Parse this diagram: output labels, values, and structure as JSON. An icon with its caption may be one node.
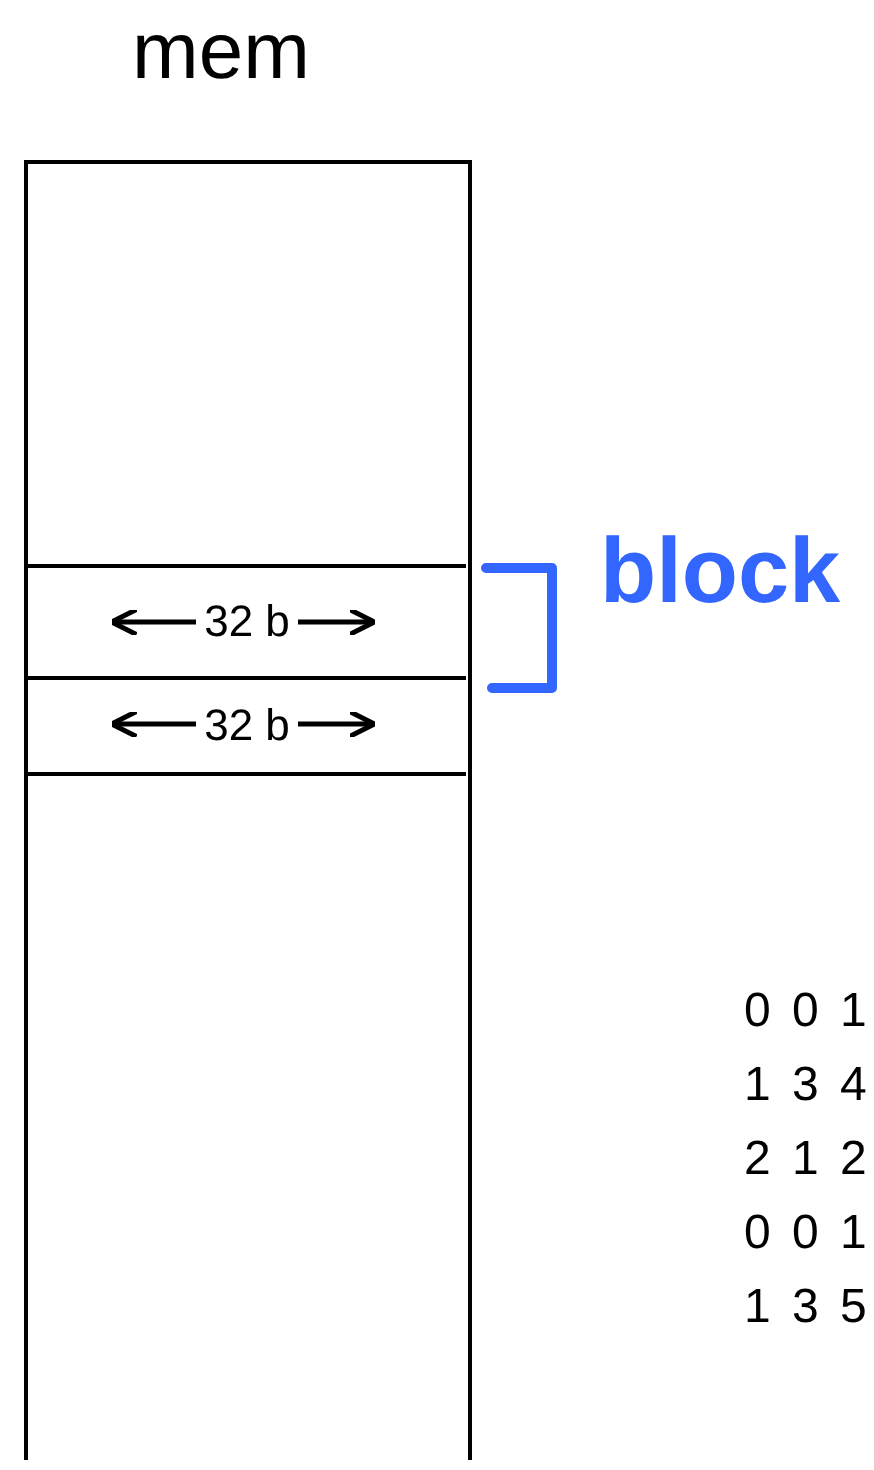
{
  "diagram": {
    "nodes": [
      {
        "text": [
          "mem"
        ]
      },
      {
        "text": [
          "32 b"
        ],
        "in": 0
      },
      {
        "text": [
          "32 b"
        ],
        "in": 0
      }
    ],
    "labels": [
      "block",
      "0 0 1",
      "1 3 4",
      "2 1 2",
      "0 0 1",
      "1 3 5"
    ]
  }
}
